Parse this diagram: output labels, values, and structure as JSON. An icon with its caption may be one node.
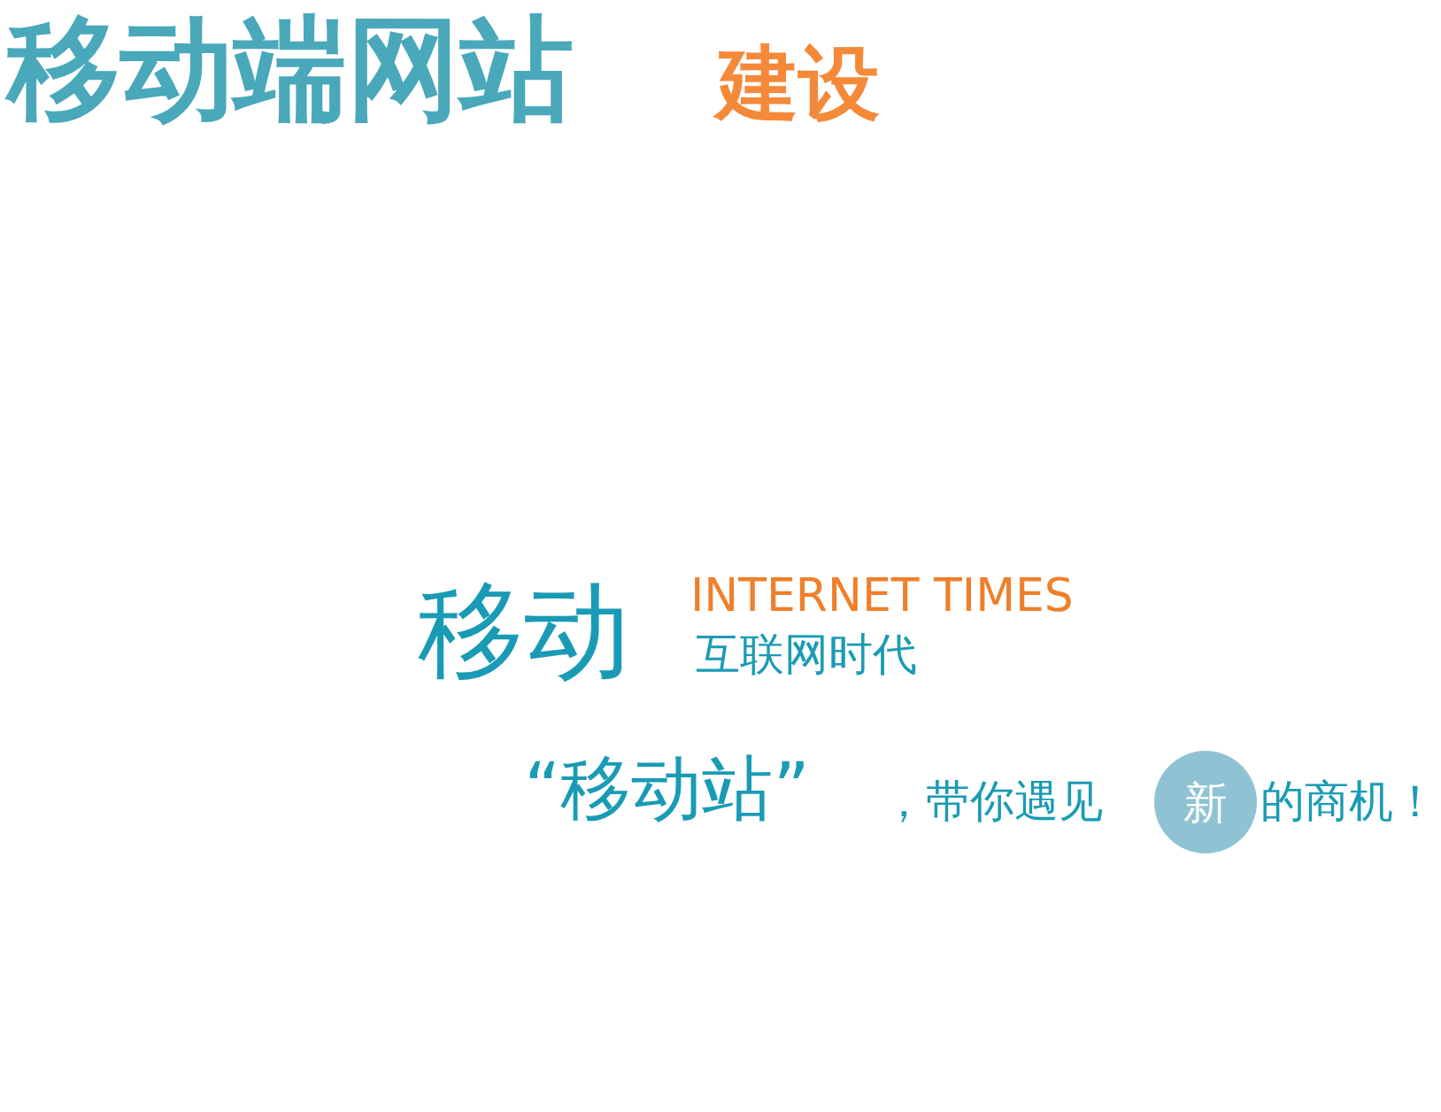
{
  "diagram": {
    "title": "移动端网站",
    "nodes": [
      {
        "text": [
          "新"
        ]
      }
    ],
    "labels": [
      "建设",
      "移动",
      "INTERNET TIMES",
      "互联网时代",
      "“移动站”",
      "，带你遇见",
      "的商机！"
    ]
  }
}
